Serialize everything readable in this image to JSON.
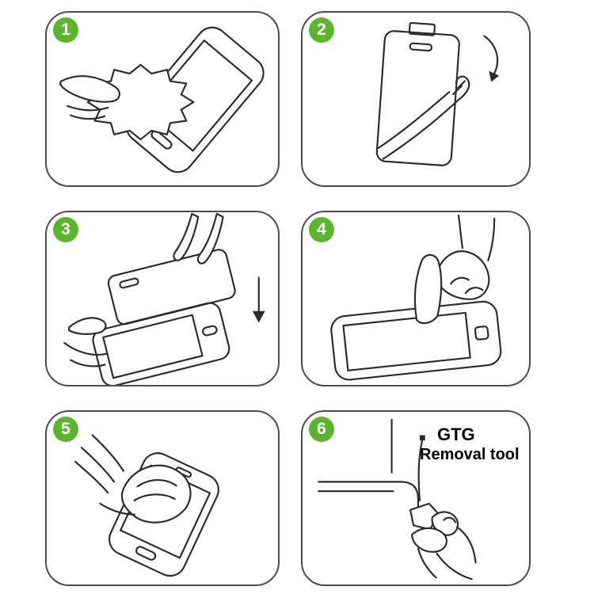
{
  "sheet": {
    "background": "#ffffff"
  },
  "colors": {
    "badge_green": "#5cb430",
    "line_art": "#2b2b2b",
    "panel_border": "#4d4d4d"
  },
  "steps": [
    {
      "number": "1",
      "name": "clean-the-screen"
    },
    {
      "number": "2",
      "name": "peel-off-backing-film"
    },
    {
      "number": "3",
      "name": "align-and-lower-glass"
    },
    {
      "number": "4",
      "name": "press-to-adhere"
    },
    {
      "number": "5",
      "name": "wipe-smooth"
    },
    {
      "number": "6",
      "name": "use-removal-tool",
      "label": {
        "line1": "GTG",
        "line2": "Removal tool"
      }
    }
  ]
}
